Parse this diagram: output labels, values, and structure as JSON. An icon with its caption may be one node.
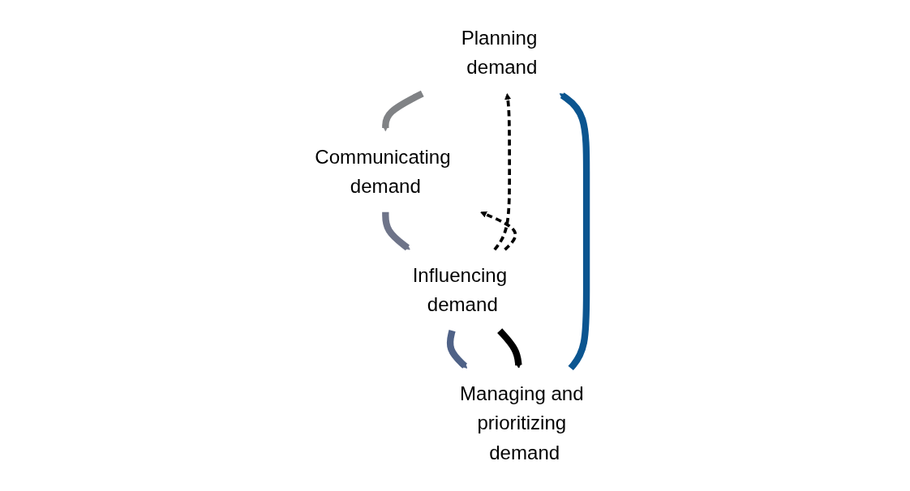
{
  "diagram": {
    "nodes": [
      {
        "text": [
          "Planning demand"
        ]
      },
      {
        "text": [
          "Communicating demand"
        ]
      },
      {
        "text": [
          "Influencing demand"
        ]
      },
      {
        "text": [
          "Managing and prioritizing demand"
        ]
      }
    ],
    "edges": [
      {
        "from": 0,
        "to": 1,
        "arrow": "to",
        "color": "#808285"
      },
      {
        "from": 1,
        "to": 2,
        "arrow": "to",
        "color": "#6e7489"
      },
      {
        "from": 2,
        "to": 3,
        "arrow": "to",
        "color": "#4f6287"
      },
      {
        "from": 3,
        "to": 0,
        "arrow": "to",
        "color": "#0b5590"
      },
      {
        "from": 2,
        "to": 0,
        "arrow": "to",
        "style": "dashed",
        "color": "#000000"
      },
      {
        "from": 2,
        "to": 1,
        "arrow": "to",
        "style": "dashed",
        "color": "#000000"
      },
      {
        "from": 2,
        "to": 3,
        "arrow": "to",
        "color": "#000000"
      }
    ]
  }
}
